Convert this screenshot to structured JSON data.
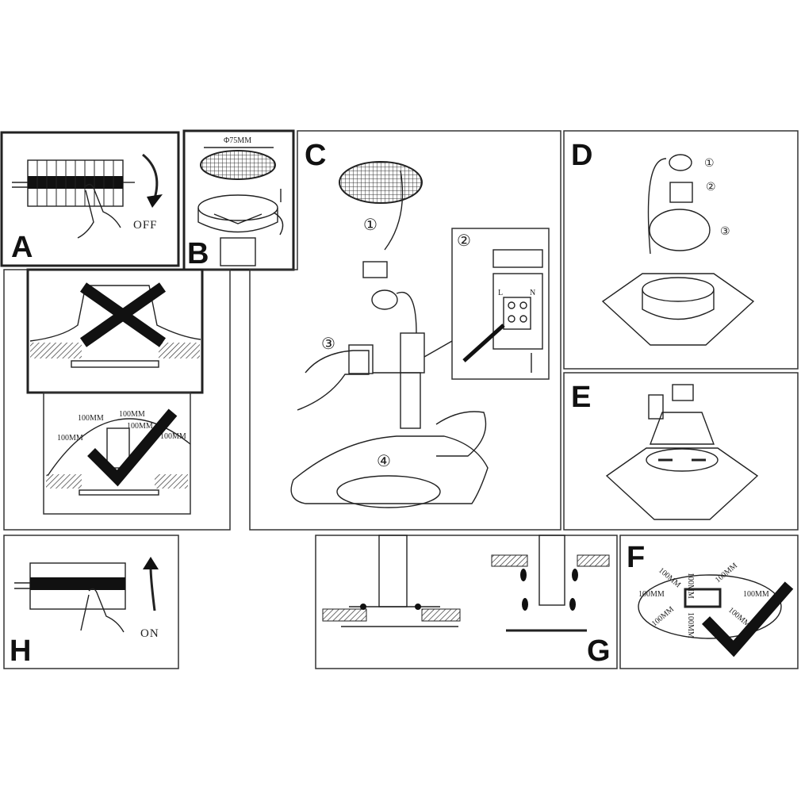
{
  "panels": {
    "a": {
      "label": "A",
      "switch_text": "OFF"
    },
    "b": {
      "label": "B",
      "diameter": "Φ75MM"
    },
    "c": {
      "label": "C",
      "steps": [
        "①",
        "②",
        "③",
        "④"
      ],
      "terminal_labels": [
        "L",
        "N"
      ]
    },
    "d": {
      "label": "D",
      "steps": [
        "①",
        "②",
        "③"
      ]
    },
    "e": {
      "label": "E"
    },
    "clearance": {
      "dims": [
        "100MM",
        "100MM",
        "100MM",
        "100MM",
        "100MM"
      ]
    },
    "f": {
      "label": "F",
      "dims": [
        "100MM",
        "100MM",
        "100MM",
        "100MM",
        "100MM",
        "100MM",
        "100MM",
        "100MM"
      ]
    },
    "g": {
      "label": "G"
    },
    "h": {
      "label": "H",
      "switch_text": "ON"
    }
  }
}
